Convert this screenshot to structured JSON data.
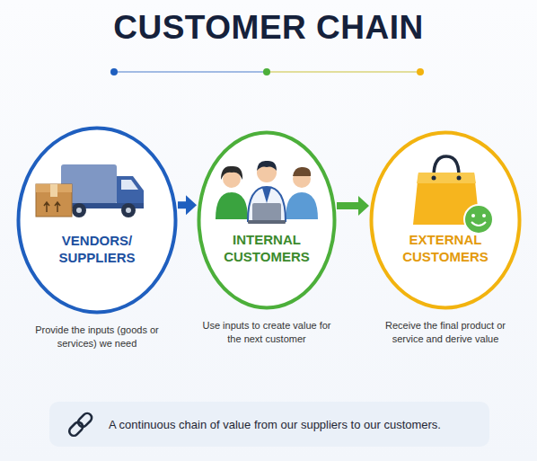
{
  "diagram": {
    "title": "CUSTOMER CHAIN",
    "nodes": [
      {
        "text": [
          "VENDORS/ SUPPLIERS",
          "Provide the inputs (goods or services) we need"
        ]
      },
      {
        "text": [
          "INTERNAL CUSTOMERS",
          "Use inputs to create value for the next customer"
        ]
      },
      {
        "text": [
          "EXTERNAL CUSTOMERS",
          "Receive the final product or service and derive value"
        ]
      },
      {
        "text": [
          "A continuous chain of value from our suppliers to our customers."
        ]
      }
    ],
    "edges": [
      {
        "from": 0,
        "to": 1,
        "arrow": "to"
      },
      {
        "from": 1,
        "to": 2,
        "arrow": "to"
      }
    ]
  }
}
